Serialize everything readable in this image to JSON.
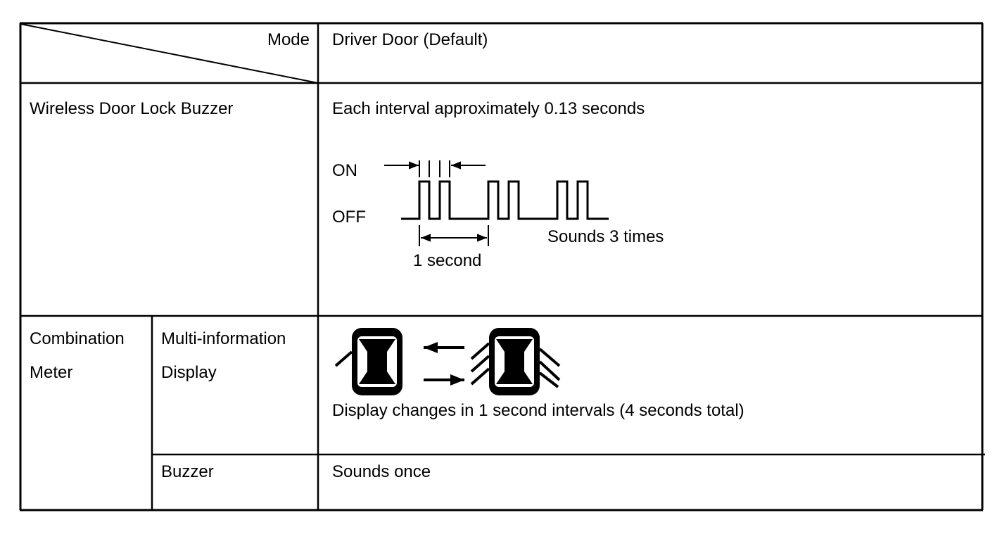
{
  "table": {
    "header": {
      "mode_label": "Mode",
      "mode_value": "Driver Door (Default)"
    },
    "rows": {
      "wireless": {
        "label": "Wireless Door Lock Buzzer",
        "description": "Each interval approximately 0.13 seconds",
        "diagram": {
          "on_label": "ON",
          "off_label": "OFF",
          "duration_label": "1 second",
          "sounds_label": "Sounds 3 times"
        }
      },
      "combination": {
        "label_line1": "Combination",
        "label_line2": "Meter",
        "mid": {
          "label_line1": "Multi-information",
          "label_line2": "Display",
          "description": "Display changes in 1 second intervals (4 seconds total)"
        },
        "buzzer": {
          "label": "Buzzer",
          "description": "Sounds once"
        }
      }
    }
  },
  "icons": [
    "car-icon-closed",
    "car-icon-open",
    "arrow-left-icon",
    "arrow-right-icon"
  ]
}
